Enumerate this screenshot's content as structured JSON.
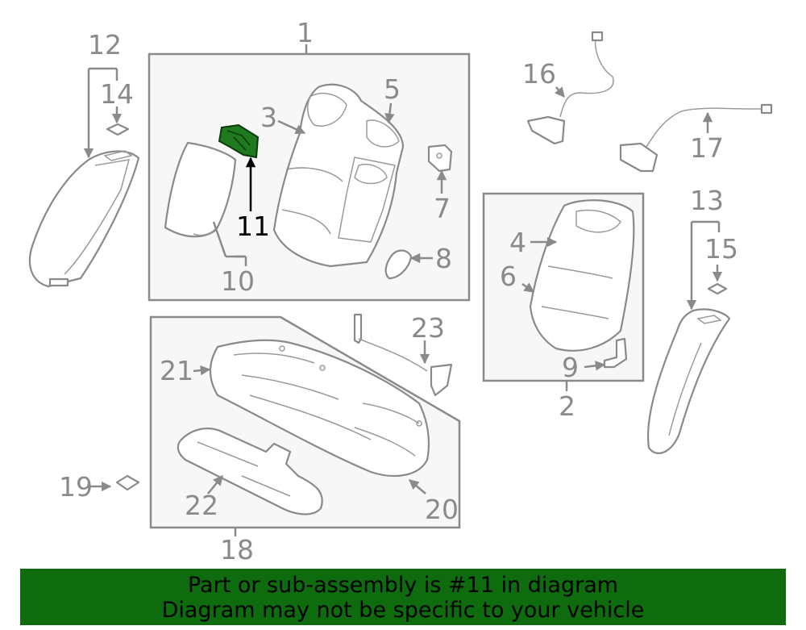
{
  "callouts": {
    "c1": "1",
    "c2": "2",
    "c3": "3",
    "c4": "4",
    "c5": "5",
    "c6": "6",
    "c7": "7",
    "c8": "8",
    "c9": "9",
    "c10": "10",
    "c11": "11",
    "c12": "12",
    "c13": "13",
    "c14": "14",
    "c15": "15",
    "c16": "16",
    "c17": "17",
    "c18": "18",
    "c19": "19",
    "c20": "20",
    "c21": "21",
    "c22": "22",
    "c23": "23"
  },
  "highlight_part": "11",
  "colors": {
    "highlight": "#1f7a1f",
    "banner": "#0e6b0e",
    "line": "#8a8a8a"
  },
  "banner": {
    "line1": "Part or sub-assembly is #11 in diagram",
    "line2": "Diagram may not be specific to your vehicle"
  }
}
